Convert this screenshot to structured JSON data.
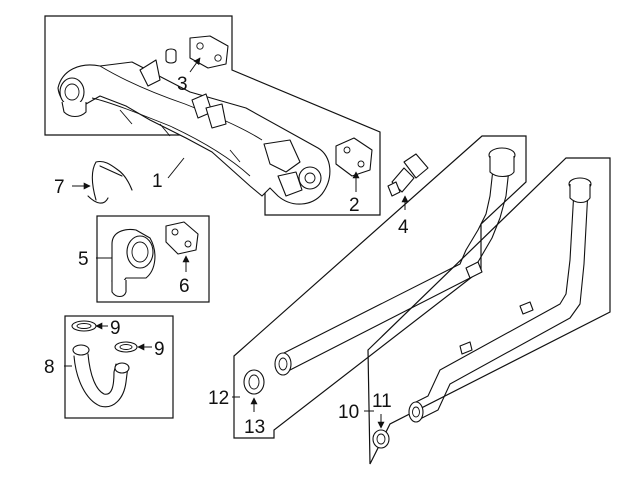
{
  "callouts": {
    "c1": "1",
    "c2": "2",
    "c3": "3",
    "c4": "4",
    "c5": "5",
    "c6": "6",
    "c7": "7",
    "c8": "8",
    "c9a": "9",
    "c9b": "9",
    "c10": "10",
    "c11": "11",
    "c12": "12",
    "c13": "13"
  }
}
